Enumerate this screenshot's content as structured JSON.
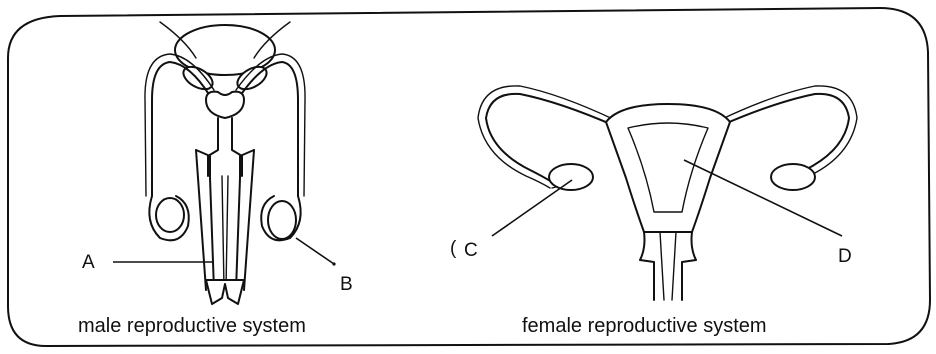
{
  "labels": {
    "A": "A",
    "B": "B",
    "C": "C",
    "D": "D",
    "c_bracket": "("
  },
  "captions": {
    "male": "male reproductive system",
    "female": "female reproductive system"
  }
}
